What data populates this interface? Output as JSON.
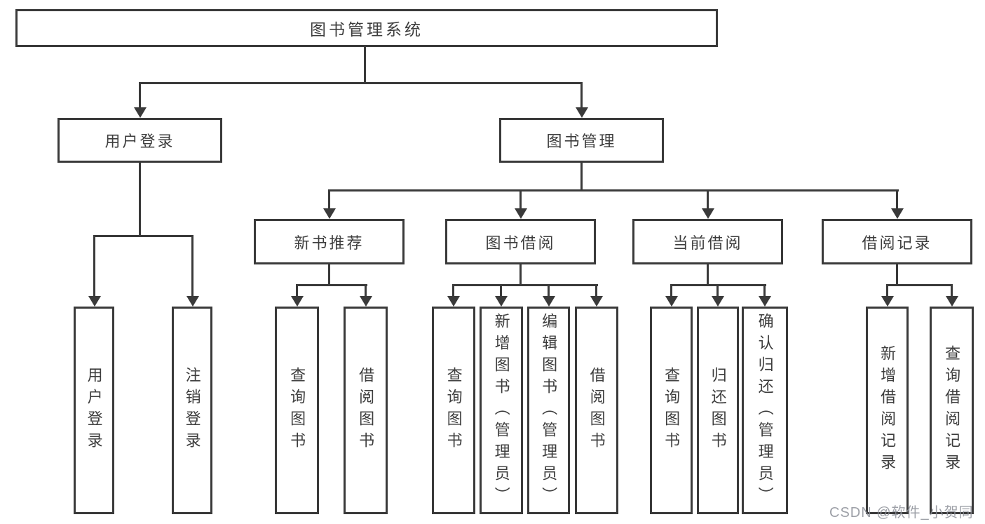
{
  "nodes": {
    "root": "图书管理系统",
    "level2": [
      "用户登录",
      "图书管理"
    ],
    "level3": [
      "新书推荐",
      "图书借阅",
      "当前借阅",
      "借阅记录"
    ],
    "login_children": [
      "用户登录",
      "注销登录"
    ],
    "recommend_children": [
      "查询图书",
      "借阅图书"
    ],
    "borrow_children": [
      "查询图书",
      "新增图书（管理员）",
      "编辑图书（管理员）",
      "借阅图书"
    ],
    "current_children": [
      "查询图书",
      "归还图书",
      "确认归还（管理员）"
    ],
    "records_children": [
      "新增借阅记录",
      "查询借阅记录"
    ]
  },
  "watermark": "CSDN @软件_小贺同学",
  "colors": {
    "line": "#3a3a3a",
    "text": "#3d3d3d",
    "watermark": "#8c8f98",
    "background": "#ffffff"
  }
}
